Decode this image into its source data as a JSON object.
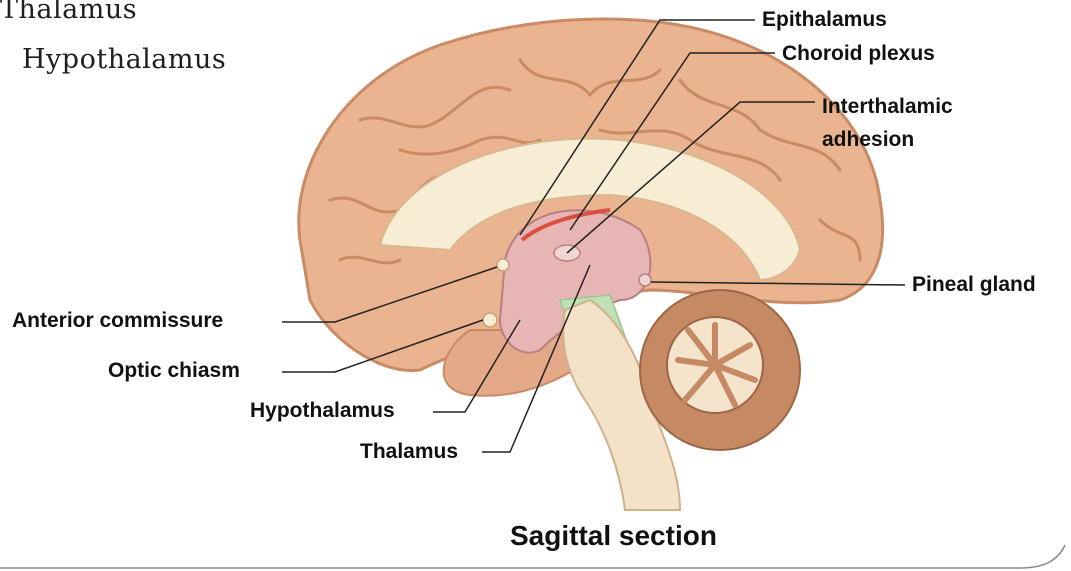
{
  "sidebar_titles": [
    "Thalamus",
    "Hypothalamus"
  ],
  "labels": {
    "epithalamus": "Epithalamus",
    "choroid_plexus": "Choroid plexus",
    "interthalamic_line1": "Interthalamic",
    "interthalamic_line2": "adhesion",
    "pineal_gland": "Pineal gland",
    "anterior_commissure": "Anterior commissure",
    "optic_chiasm": "Optic chiasm",
    "hypothalamus": "Hypothalamus",
    "thalamus": "Thalamus"
  },
  "caption": "Sagittal section",
  "colors": {
    "cortex": "#e9b48f",
    "cortex_dark": "#c98a64",
    "corpus_callosum": "#f7ecd4",
    "thalamus": "#e8b5b5",
    "hypothalamus_green": "#bfe1b5",
    "brainstem": "#f3e2c8",
    "cerebellum": "#c58a63",
    "choroid_red": "#d8503f"
  }
}
